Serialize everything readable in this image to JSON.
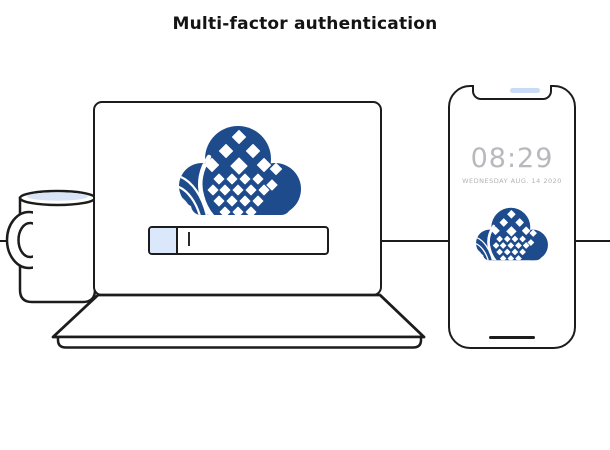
{
  "page": {
    "title": "Multi-factor authentication",
    "background": "#ffffff"
  },
  "illustration": {
    "laptop": {
      "logo": "cloud-lattice-logo",
      "login_input": {
        "value": "",
        "placeholder": "",
        "cursor_visible": true,
        "icon_box_color": "#dbe7fb"
      }
    },
    "phone": {
      "logo": "cloud-lattice-logo",
      "lock_screen": {
        "time": "08:29",
        "date": "WEDNESDAY AUG. 14 2020"
      }
    },
    "mug": {
      "contents_color": "#d9e5f7"
    }
  },
  "colors": {
    "brand_blue": "#1d4b8c",
    "outline_black": "#1c1c1c",
    "accent_light_blue": "#dbe7fb",
    "muted_gray": "#b4b6b9"
  }
}
